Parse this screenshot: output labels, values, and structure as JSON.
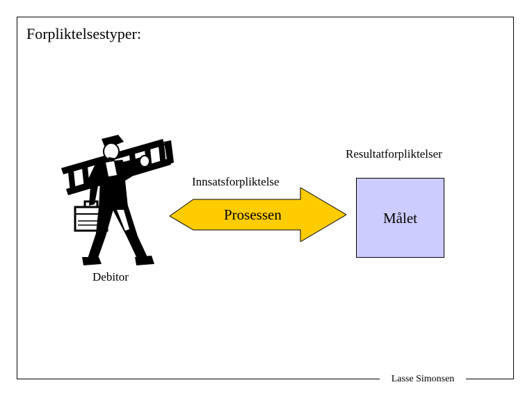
{
  "slide": {
    "title": "Forpliktelsestyper:",
    "result_label": "Resultatforpliktelser",
    "effort_label": "Innsatsforpliktelse",
    "process_label": "Prosessen",
    "goal_label": "Målet",
    "debtor_label": "Debitor",
    "footer_author": "Lasse Simonsen"
  },
  "colors": {
    "arrow_fill": "#ffcc00",
    "goal_fill": "#ccccff",
    "border": "#000000"
  },
  "icons": {
    "worker": "worker-with-ladder-icon"
  }
}
